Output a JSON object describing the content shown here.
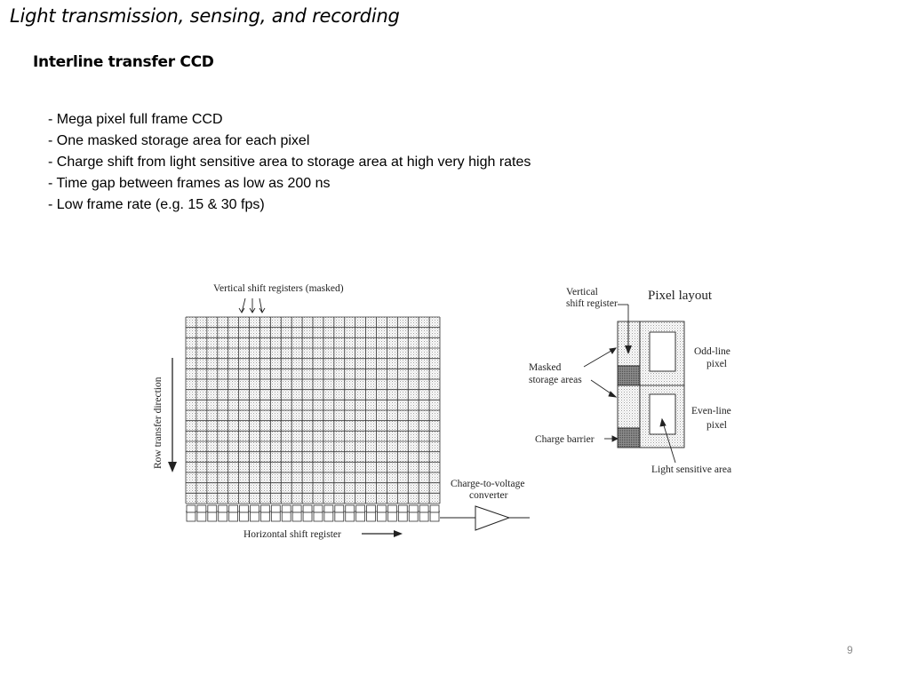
{
  "slide": {
    "title": "Light transmission, sensing, and recording",
    "heading": "Interline transfer CCD",
    "bullets": [
      "- Mega pixel full frame CCD",
      "- One masked storage area for each pixel",
      "- Charge shift from light sensitive area to storage area at high very high rates",
      "- Time gap between frames as low as 200 ns",
      "- Low frame rate (e.g. 15 & 30 fps)"
    ],
    "page_number": "9"
  },
  "figure": {
    "vertical_registers_label": "Vertical shift registers (masked)",
    "row_transfer_label": "Row transfer direction",
    "horizontal_register_label": "Horizontal shift register",
    "converter_label": [
      "Charge-to-voltage",
      "converter"
    ],
    "pixel_layout_title": "Pixel layout",
    "vertical_shift_register_label": [
      "Vertical",
      "shift register"
    ],
    "masked_storage_label": [
      "Masked",
      "storage areas"
    ],
    "charge_barrier_label": "Charge barrier",
    "odd_line_label": [
      "Odd-line",
      "pixel"
    ],
    "even_line_label": [
      "Even-line",
      "pixel"
    ],
    "light_sensitive_label": "Light sensitive area"
  }
}
